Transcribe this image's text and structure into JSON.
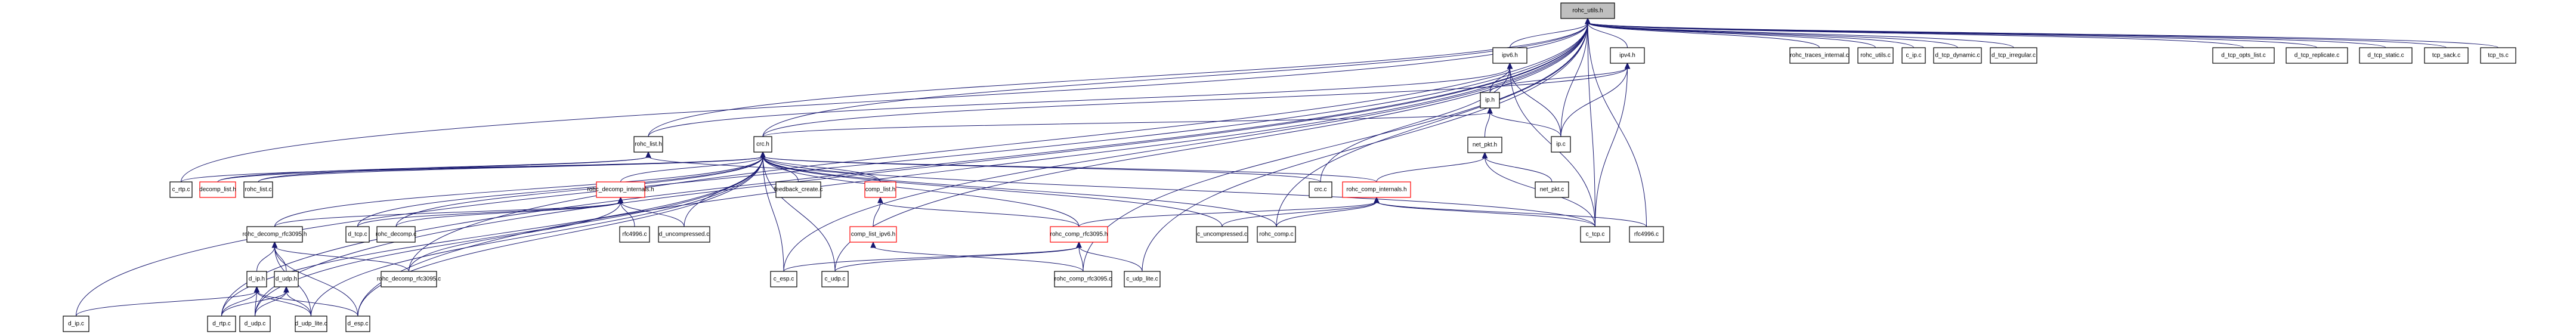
{
  "graph": {
    "title": "rohc_utils.h include dependency graph",
    "colors": {
      "root_fill": "#bfbfbf",
      "node_fill": "#ffffff",
      "node_border": "#000000",
      "truncated_border": "#ff0000",
      "edge": "#191970"
    },
    "nodes": [
      {
        "id": "rohc_utils_h",
        "label": "rohc_utils.h",
        "kind": "root"
      },
      {
        "id": "ipv6_h",
        "label": "ipv6.h",
        "kind": "normal"
      },
      {
        "id": "ipv4_h",
        "label": "ipv4.h",
        "kind": "normal"
      },
      {
        "id": "ip_h",
        "label": "ip.h",
        "kind": "normal"
      },
      {
        "id": "rohc_list_h",
        "label": "rohc_list.h",
        "kind": "normal"
      },
      {
        "id": "crc_h",
        "label": "crc.h",
        "kind": "normal"
      },
      {
        "id": "net_pkt_h",
        "label": "net_pkt.h",
        "kind": "normal"
      },
      {
        "id": "ip_c",
        "label": "ip.c",
        "kind": "normal"
      },
      {
        "id": "rohc_traces_internal_c",
        "label": "rohc_traces_internal.c",
        "kind": "normal"
      },
      {
        "id": "rohc_utils_c",
        "label": "rohc_utils.c",
        "kind": "normal"
      },
      {
        "id": "c_ip_c",
        "label": "c_ip.c",
        "kind": "normal"
      },
      {
        "id": "d_tcp_dynamic_c",
        "label": "d_tcp_dynamic.c",
        "kind": "normal"
      },
      {
        "id": "d_tcp_irregular_c",
        "label": "d_tcp_irregular.c",
        "kind": "normal"
      },
      {
        "id": "d_tcp_opts_list_c",
        "label": "d_tcp_opts_list.c",
        "kind": "normal"
      },
      {
        "id": "d_tcp_replicate_c",
        "label": "d_tcp_replicate.c",
        "kind": "normal"
      },
      {
        "id": "d_tcp_static_c",
        "label": "d_tcp_static.c",
        "kind": "normal"
      },
      {
        "id": "tcp_sack_c",
        "label": "tcp_sack.c",
        "kind": "normal"
      },
      {
        "id": "tcp_ts_c",
        "label": "tcp_ts.c",
        "kind": "normal"
      },
      {
        "id": "c_rtp_c",
        "label": "c_rtp.c",
        "kind": "normal"
      },
      {
        "id": "decomp_list_h",
        "label": "decomp_list.h",
        "kind": "truncated"
      },
      {
        "id": "rohc_list_c",
        "label": "rohc_list.c",
        "kind": "normal"
      },
      {
        "id": "rohc_decomp_internals_h",
        "label": "rohc_decomp_internals.h",
        "kind": "truncated"
      },
      {
        "id": "feedback_create_c",
        "label": "feedback_create.c",
        "kind": "normal"
      },
      {
        "id": "comp_list_h",
        "label": "comp_list.h",
        "kind": "truncated"
      },
      {
        "id": "crc_c",
        "label": "crc.c",
        "kind": "normal"
      },
      {
        "id": "rohc_comp_internals_h",
        "label": "rohc_comp_internals.h",
        "kind": "truncated"
      },
      {
        "id": "net_pkt_c",
        "label": "net_pkt.c",
        "kind": "normal"
      },
      {
        "id": "rohc_decomp_rfc3095_h",
        "label": "rohc_decomp_rfc3095.h",
        "kind": "normal"
      },
      {
        "id": "d_tcp_c",
        "label": "d_tcp.c",
        "kind": "normal"
      },
      {
        "id": "rohc_decomp_c",
        "label": "rohc_decomp.c",
        "kind": "normal"
      },
      {
        "id": "rfc4996_c_a",
        "label": "rfc4996.c",
        "kind": "normal"
      },
      {
        "id": "d_uncompressed_c",
        "label": "d_uncompressed.c",
        "kind": "normal"
      },
      {
        "id": "comp_list_ipv6_h",
        "label": "comp_list_ipv6.h",
        "kind": "truncated"
      },
      {
        "id": "rohc_comp_rfc3095_h",
        "label": "rohc_comp_rfc3095.h",
        "kind": "truncated"
      },
      {
        "id": "c_uncompressed_c",
        "label": "c_uncompressed.c",
        "kind": "normal"
      },
      {
        "id": "rohc_comp_c",
        "label": "rohc_comp.c",
        "kind": "normal"
      },
      {
        "id": "c_tcp_c",
        "label": "c_tcp.c",
        "kind": "normal"
      },
      {
        "id": "rfc4996_c_b",
        "label": "rfc4996.c",
        "kind": "normal"
      },
      {
        "id": "d_ip_h",
        "label": "d_ip.h",
        "kind": "normal"
      },
      {
        "id": "d_udp_h",
        "label": "d_udp.h",
        "kind": "normal"
      },
      {
        "id": "rohc_decomp_rfc3095_c",
        "label": "rohc_decomp_rfc3095.c",
        "kind": "normal"
      },
      {
        "id": "c_esp_c",
        "label": "c_esp.c",
        "kind": "normal"
      },
      {
        "id": "c_udp_c",
        "label": "c_udp.c",
        "kind": "normal"
      },
      {
        "id": "rohc_comp_rfc3095_c",
        "label": "rohc_comp_rfc3095.c",
        "kind": "normal"
      },
      {
        "id": "c_udp_lite_c",
        "label": "c_udp_lite.c",
        "kind": "normal"
      },
      {
        "id": "d_ip_c",
        "label": "d_ip.c",
        "kind": "normal"
      },
      {
        "id": "d_rtp_c",
        "label": "d_rtp.c",
        "kind": "normal"
      },
      {
        "id": "d_udp_c",
        "label": "d_udp.c",
        "kind": "normal"
      },
      {
        "id": "d_udp_lite_c",
        "label": "d_udp_lite.c",
        "kind": "normal"
      },
      {
        "id": "d_esp_c",
        "label": "d_esp.c",
        "kind": "normal"
      }
    ],
    "edges": [
      [
        "ipv6_h",
        "rohc_utils_h"
      ],
      [
        "ipv4_h",
        "rohc_utils_h"
      ],
      [
        "ip_c",
        "rohc_utils_h"
      ],
      [
        "rohc_traces_internal_c",
        "rohc_utils_h"
      ],
      [
        "rohc_utils_c",
        "rohc_utils_h"
      ],
      [
        "c_ip_c",
        "rohc_utils_h"
      ],
      [
        "d_tcp_dynamic_c",
        "rohc_utils_h"
      ],
      [
        "d_tcp_irregular_c",
        "rohc_utils_h"
      ],
      [
        "d_tcp_opts_list_c",
        "rohc_utils_h"
      ],
      [
        "d_tcp_replicate_c",
        "rohc_utils_h"
      ],
      [
        "d_tcp_static_c",
        "rohc_utils_h"
      ],
      [
        "tcp_sack_c",
        "rohc_utils_h"
      ],
      [
        "tcp_ts_c",
        "rohc_utils_h"
      ],
      [
        "c_rtp_c",
        "rohc_utils_h"
      ],
      [
        "rohc_list_h",
        "rohc_utils_h"
      ],
      [
        "crc_h",
        "rohc_utils_h"
      ],
      [
        "c_tcp_c",
        "rohc_utils_h"
      ],
      [
        "rfc4996_c_b",
        "rohc_utils_h"
      ],
      [
        "rohc_comp_c",
        "rohc_utils_h"
      ],
      [
        "c_esp_c",
        "rohc_utils_h"
      ],
      [
        "c_udp_c",
        "rohc_utils_h"
      ],
      [
        "rohc_comp_rfc3095_c",
        "rohc_utils_h"
      ],
      [
        "c_udp_lite_c",
        "rohc_utils_h"
      ],
      [
        "d_ip_c",
        "rohc_utils_h"
      ],
      [
        "d_rtp_c",
        "rohc_utils_h"
      ],
      [
        "d_udp_c",
        "rohc_utils_h"
      ],
      [
        "d_esp_c",
        "rohc_utils_h"
      ],
      [
        "rohc_decomp_rfc3095_c",
        "rohc_utils_h"
      ],
      [
        "ip_h",
        "ipv6_h"
      ],
      [
        "crc_c",
        "ipv6_h"
      ],
      [
        "ip_c",
        "ipv6_h"
      ],
      [
        "c_tcp_c",
        "ipv6_h"
      ],
      [
        "rohc_list_h",
        "ipv6_h"
      ],
      [
        "ip_h",
        "ipv4_h"
      ],
      [
        "ip_c",
        "ipv4_h"
      ],
      [
        "c_tcp_c",
        "ipv4_h"
      ],
      [
        "crc_h",
        "ipv4_h"
      ],
      [
        "net_pkt_h",
        "ip_h"
      ],
      [
        "ip_c",
        "ip_h"
      ],
      [
        "crc_h",
        "ip_h"
      ],
      [
        "rohc_comp_internals_h",
        "net_pkt_h"
      ],
      [
        "net_pkt_c",
        "net_pkt_h"
      ],
      [
        "c_tcp_c",
        "net_pkt_h"
      ],
      [
        "decomp_list_h",
        "rohc_list_h"
      ],
      [
        "rohc_list_c",
        "rohc_list_h"
      ],
      [
        "comp_list_h",
        "rohc_list_h"
      ],
      [
        "c_rtp_c",
        "crc_h"
      ],
      [
        "decomp_list_h",
        "crc_h"
      ],
      [
        "rohc_list_c",
        "crc_h"
      ],
      [
        "rohc_decomp_internals_h",
        "crc_h"
      ],
      [
        "feedback_create_c",
        "crc_h"
      ],
      [
        "comp_list_h",
        "crc_h"
      ],
      [
        "crc_c",
        "crc_h"
      ],
      [
        "rohc_comp_internals_h",
        "crc_h"
      ],
      [
        "rohc_decomp_rfc3095_h",
        "crc_h"
      ],
      [
        "d_tcp_c",
        "crc_h"
      ],
      [
        "rohc_decomp_c",
        "crc_h"
      ],
      [
        "d_uncompressed_c",
        "crc_h"
      ],
      [
        "c_esp_c",
        "crc_h"
      ],
      [
        "c_udp_c",
        "crc_h"
      ],
      [
        "rohc_comp_rfc3095_h",
        "crc_h"
      ],
      [
        "c_uncompressed_c",
        "crc_h"
      ],
      [
        "rohc_comp_c",
        "crc_h"
      ],
      [
        "c_tcp_c",
        "crc_h"
      ],
      [
        "d_rtp_c",
        "crc_h"
      ],
      [
        "d_udp_c",
        "crc_h"
      ],
      [
        "d_udp_lite_c",
        "crc_h"
      ],
      [
        "d_esp_c",
        "crc_h"
      ],
      [
        "rohc_decomp_rfc3095_h",
        "rohc_decomp_internals_h"
      ],
      [
        "d_tcp_c",
        "rohc_decomp_internals_h"
      ],
      [
        "rohc_decomp_c",
        "rohc_decomp_internals_h"
      ],
      [
        "rfc4996_c_a",
        "rohc_decomp_internals_h"
      ],
      [
        "d_uncompressed_c",
        "rohc_decomp_internals_h"
      ],
      [
        "rohc_decomp_rfc3095_c",
        "rohc_decomp_internals_h"
      ],
      [
        "comp_list_ipv6_h",
        "comp_list_h"
      ],
      [
        "rohc_comp_rfc3095_h",
        "comp_list_h"
      ],
      [
        "rohc_comp_rfc3095_h",
        "rohc_comp_internals_h"
      ],
      [
        "c_uncompressed_c",
        "rohc_comp_internals_h"
      ],
      [
        "rohc_comp_c",
        "rohc_comp_internals_h"
      ],
      [
        "c_tcp_c",
        "rohc_comp_internals_h"
      ],
      [
        "rfc4996_c_b",
        "rohc_comp_internals_h"
      ],
      [
        "d_ip_h",
        "rohc_decomp_rfc3095_h"
      ],
      [
        "d_udp_h",
        "rohc_decomp_rfc3095_h"
      ],
      [
        "rohc_decomp_rfc3095_c",
        "rohc_decomp_rfc3095_h"
      ],
      [
        "d_udp_lite_c",
        "rohc_decomp_rfc3095_h"
      ],
      [
        "d_esp_c",
        "rohc_decomp_rfc3095_h"
      ],
      [
        "rohc_comp_rfc3095_c",
        "comp_list_ipv6_h"
      ],
      [
        "c_esp_c",
        "rohc_comp_rfc3095_h"
      ],
      [
        "c_udp_c",
        "rohc_comp_rfc3095_h"
      ],
      [
        "rohc_comp_rfc3095_c",
        "rohc_comp_rfc3095_h"
      ],
      [
        "c_udp_lite_c",
        "rohc_comp_rfc3095_h"
      ],
      [
        "d_ip_c",
        "d_ip_h"
      ],
      [
        "d_rtp_c",
        "d_ip_h"
      ],
      [
        "d_udp_c",
        "d_ip_h"
      ],
      [
        "d_udp_lite_c",
        "d_ip_h"
      ],
      [
        "d_esp_c",
        "d_ip_h"
      ],
      [
        "d_rtp_c",
        "d_udp_h"
      ],
      [
        "d_udp_c",
        "d_udp_h"
      ],
      [
        "d_udp_lite_c",
        "d_udp_h"
      ]
    ]
  }
}
